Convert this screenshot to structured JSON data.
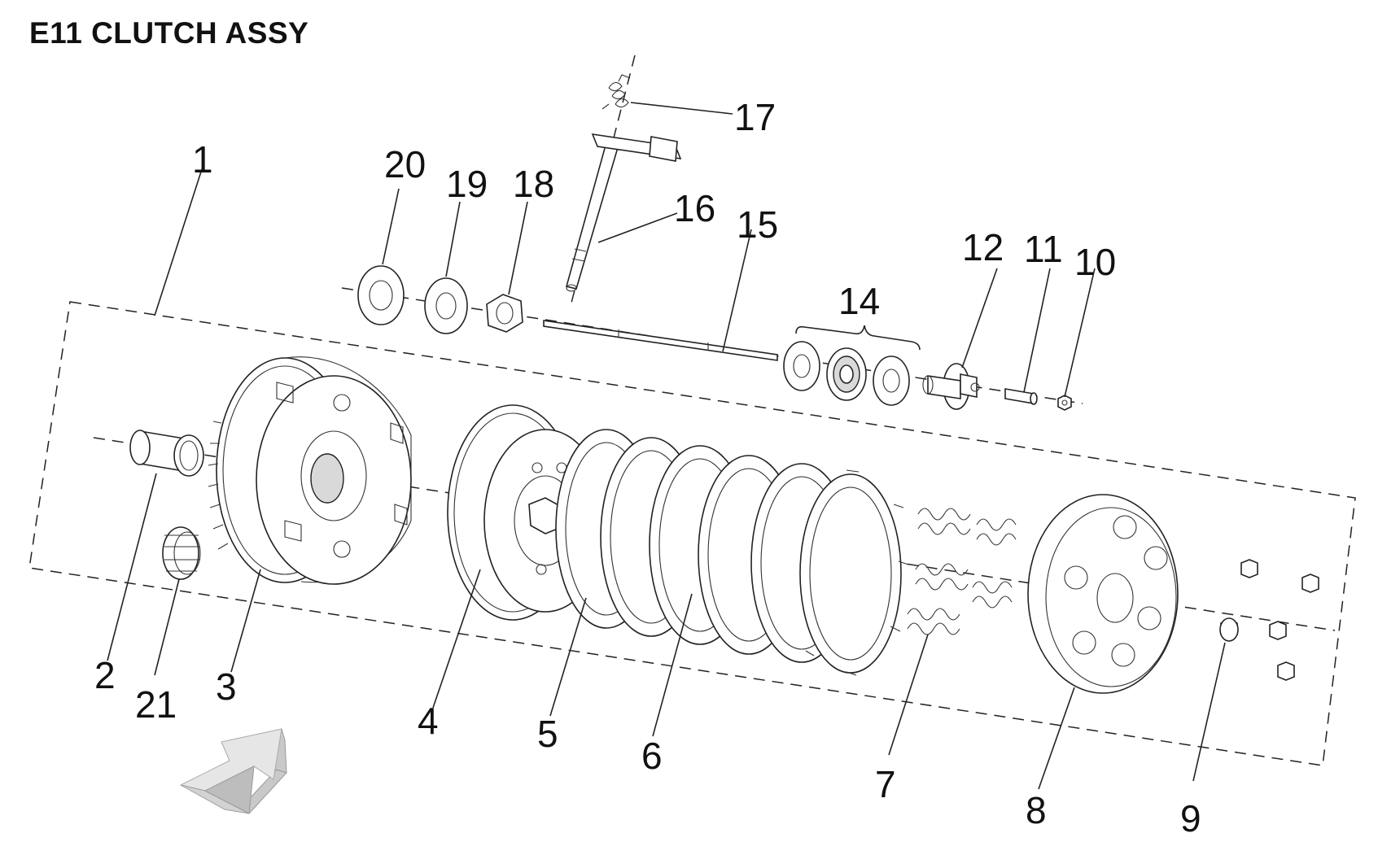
{
  "title": "E11 CLUTCH ASSY",
  "callouts": [
    "1",
    "2",
    "3",
    "4",
    "5",
    "6",
    "7",
    "8",
    "9",
    "10",
    "11",
    "12",
    "14",
    "15",
    "16",
    "17",
    "18",
    "19",
    "20",
    "21"
  ],
  "icons": {
    "direction_arrow": "arrow-icon"
  },
  "colors": {
    "line": "#222222",
    "arrow_fill": "#d9d9d9"
  }
}
